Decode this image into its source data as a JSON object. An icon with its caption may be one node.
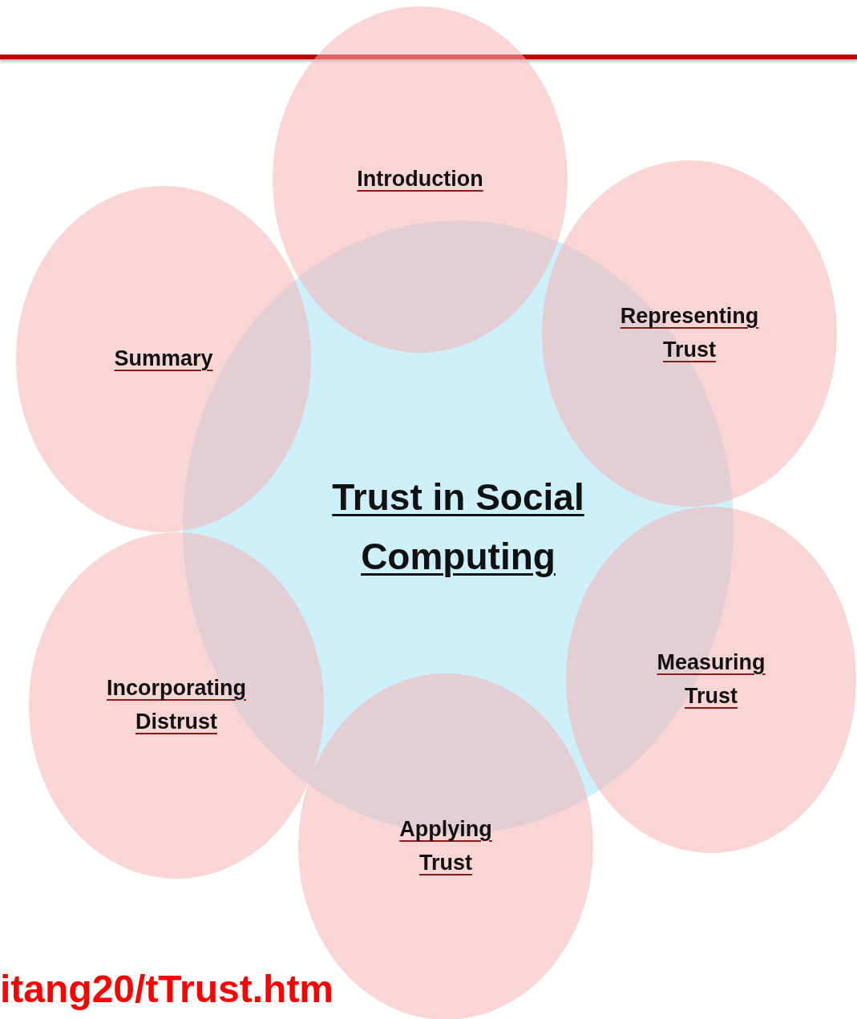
{
  "diagram": {
    "nodes": [
      {
        "text": [
          "Trust in Social Computing"
        ]
      },
      {
        "text": [
          "Introduction"
        ]
      },
      {
        "text": [
          "Representing Trust"
        ]
      },
      {
        "text": [
          "Summary"
        ]
      },
      {
        "text": [
          "Measuring Trust"
        ]
      },
      {
        "text": [
          "Incorporating Distrust"
        ]
      },
      {
        "text": [
          "Applying Trust"
        ]
      }
    ],
    "labels": [
      "itang20/tTrust.htm"
    ]
  }
}
